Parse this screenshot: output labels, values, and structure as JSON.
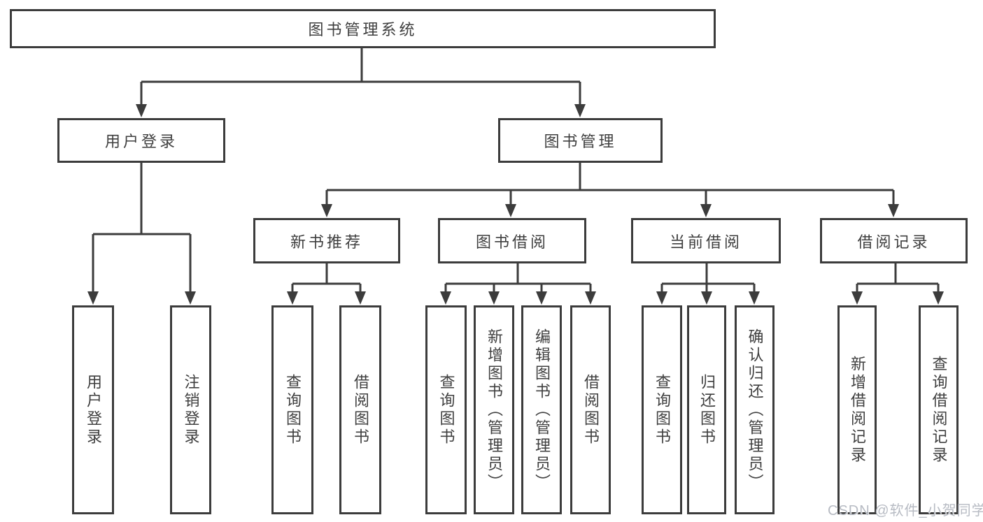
{
  "tree": {
    "root": "图书管理系统",
    "user_login": {
      "label": "用户登录",
      "children": [
        "用户登录",
        "注销登录"
      ]
    },
    "book_management": {
      "label": "图书管理",
      "children": [
        {
          "label": "新书推荐",
          "children": [
            "查询图书",
            "借阅图书"
          ]
        },
        {
          "label": "图书借阅",
          "children": [
            "查询图书",
            "新增图书（管理员）",
            "编辑图书（管理员）",
            "借阅图书"
          ]
        },
        {
          "label": "当前借阅",
          "children": [
            "查询图书",
            "归还图书",
            "确认归还（管理员）"
          ]
        },
        {
          "label": "借阅记录",
          "children": [
            "新增借阅记录",
            "查询借阅记录"
          ]
        }
      ]
    }
  },
  "watermark": "CSDN @软件_小贺同学",
  "colors": {
    "background": "#ffffff",
    "line": "#3c3c3c",
    "box_border": "#3c3c3c",
    "text": "#3f3f3f",
    "watermark_text": "#b7bbc3"
  }
}
